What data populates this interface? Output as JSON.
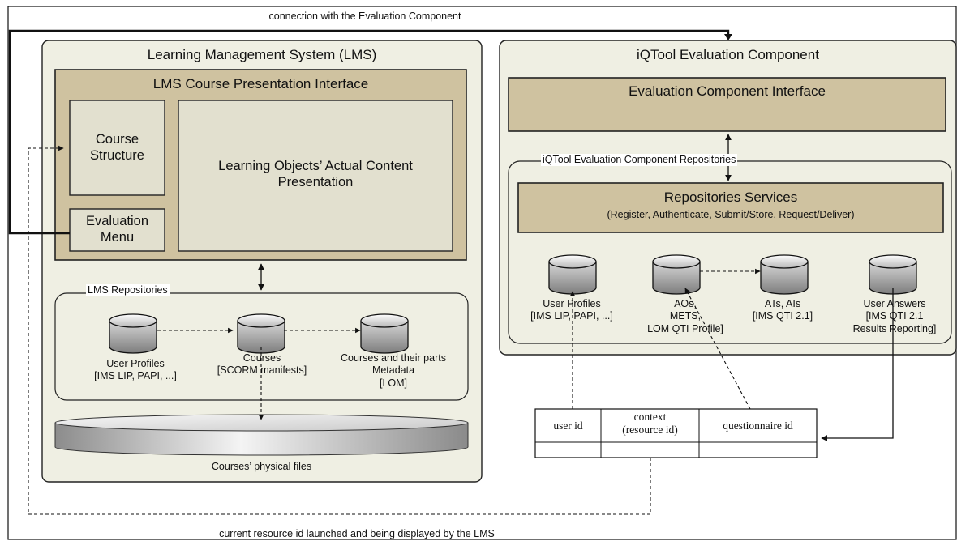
{
  "top_connection_label": "connection with the Evaluation Component",
  "bottom_connection_label": "current resource id launched and being displayed by the LMS",
  "lms": {
    "title": "Learning Management System (LMS)",
    "interface_title": "LMS Course Presentation Interface",
    "course_structure": "Course\nStructure",
    "evaluation_menu": "Evaluation\nMenu",
    "content_presentation": "Learning Objects’ Actual Content\nPresentation",
    "repositories_label": "LMS Repositories",
    "user_profiles": "User Profiles\n[IMS LIP, PAPI, ...]",
    "courses": "Courses\n[SCORM manifests]",
    "courses_metadata": "Courses and their parts\nMetadata\n[LOM]",
    "physical_files": "Courses’ physical files"
  },
  "iqtool": {
    "title": "iQTool Evaluation Component",
    "interface_title": "Evaluation Component Interface",
    "repositories_label": "iQTool Evaluation Component Repositories",
    "services_title": "Repositories Services",
    "services_subtitle": "(Register, Authenticate, Submit/Store, Request/Deliver)",
    "user_profiles": "User Profiles\n[IMS LIP, PAPI, ...]",
    "aos": "AOs,\nMETS,\nLOM QTI Profile]",
    "ats": "ATs, AIs\n[IMS QTI 2.1]",
    "user_answers": "User Answers\n[IMS QTI 2.1\nResults Reporting]"
  },
  "table": {
    "headers": [
      "user id",
      "context\n(resource id)",
      "questionnaire id"
    ]
  }
}
